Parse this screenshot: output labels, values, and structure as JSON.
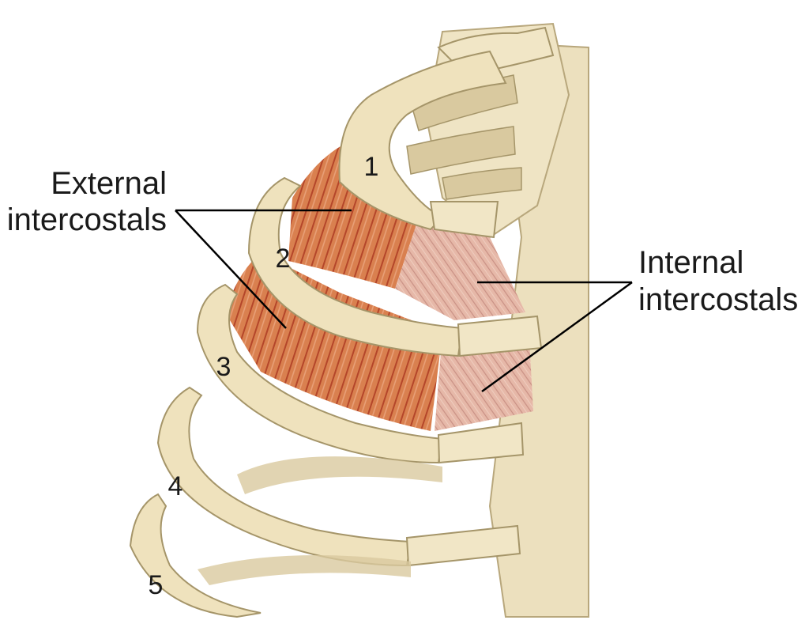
{
  "labels": {
    "external_line1": "External",
    "external_line2": "intercostals",
    "internal_line1": "Internal",
    "internal_line2": "intercostals"
  },
  "rib_numbers": [
    "1",
    "2",
    "3",
    "4",
    "5"
  ],
  "colors": {
    "bone": "#efe2bd",
    "bone_shadow": "#c9b98f",
    "bone_outline": "#a59569",
    "external_muscle": "#d9804f",
    "external_fibers": "#b4462a",
    "internal_muscle": "#e6b8a8",
    "internal_fibers": "#b98478",
    "leader_line": "#000000"
  }
}
